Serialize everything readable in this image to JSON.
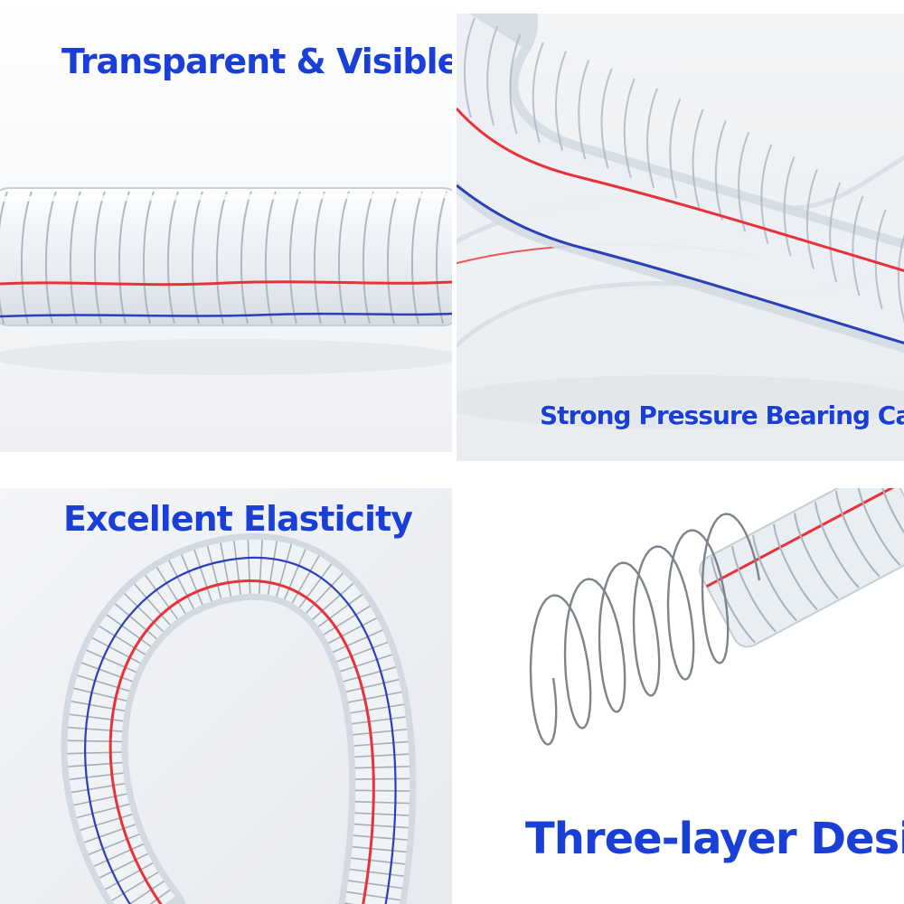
{
  "panels": [
    {
      "caption": "Transparent & Visible"
    },
    {
      "caption": "Strong Pressure Bearing Capac"
    },
    {
      "caption": "Excellent Elasticity"
    },
    {
      "caption": "Three-layer Design"
    }
  ],
  "colors": {
    "caption_text": "#1a3fd6",
    "stripe_red": "#e8323a",
    "stripe_blue": "#2a3fb8",
    "steel_wire": "#8a8f96",
    "background": "#ffffff"
  },
  "icons": [
    "clear-pvc-hose",
    "steel-wire-spring"
  ]
}
